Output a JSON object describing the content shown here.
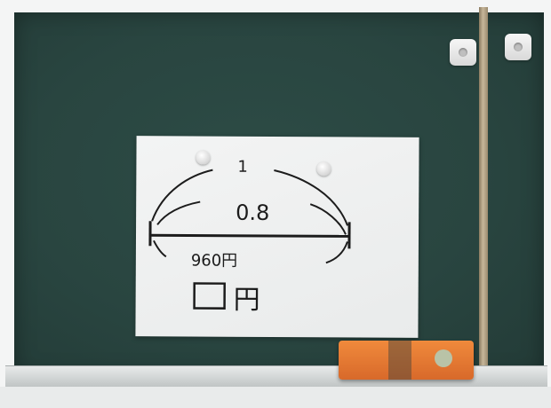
{
  "scene": {
    "description_labels": {
      "top_value": "1",
      "rate_value": "0.8",
      "price_value": "960円",
      "answer_box_suffix": "円"
    },
    "colors": {
      "board": "#294540",
      "paper": "#eef0f0",
      "eraser": "#e27532",
      "ink": "#1c1c1c"
    }
  }
}
